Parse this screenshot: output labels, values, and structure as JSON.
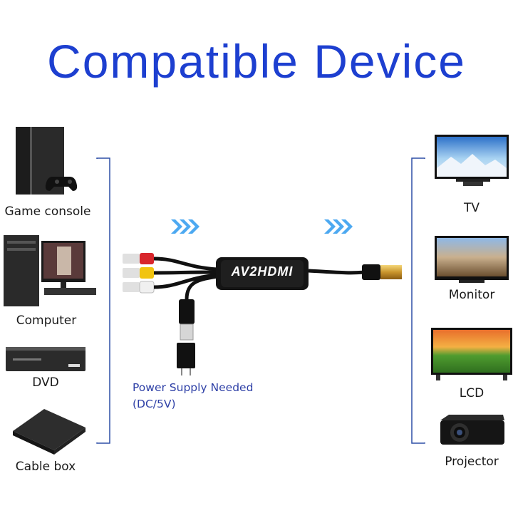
{
  "title": "Compatible Device",
  "left_devices": [
    {
      "label": "Game console"
    },
    {
      "label": "Computer"
    },
    {
      "label": "DVD"
    },
    {
      "label": "Cable box"
    }
  ],
  "right_devices": [
    {
      "label": "TV"
    },
    {
      "label": "Monitor"
    },
    {
      "label": "LCD"
    },
    {
      "label": "Projector"
    }
  ],
  "converter_label": "AV2HDMI",
  "power_note": {
    "line1": "Power Supply Needed",
    "line2": "(DC/5V)"
  },
  "colors": {
    "title": "#1d3fd0",
    "bracket": "#2d4fa6",
    "arrow": "#3aa0f0",
    "rca_red": "#d8262c",
    "rca_yellow": "#f1c40f",
    "rca_white": "#f0f0f0"
  }
}
